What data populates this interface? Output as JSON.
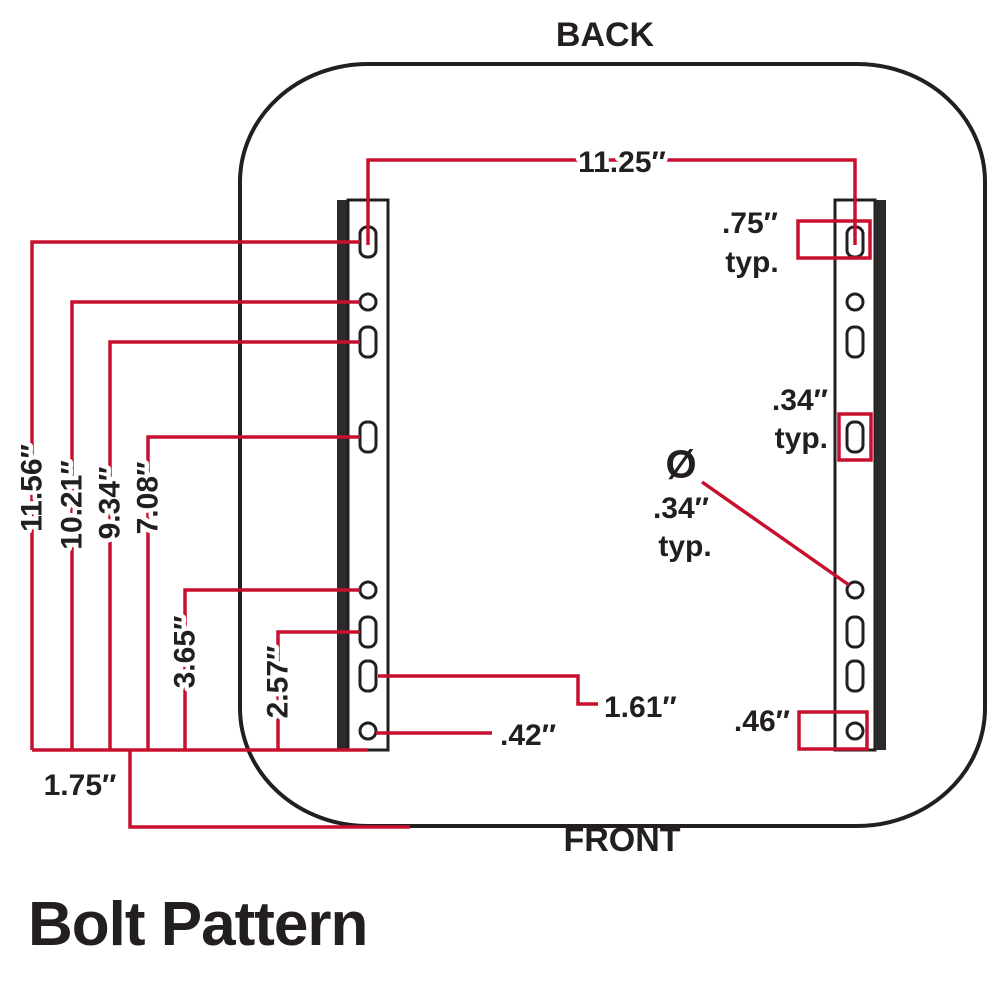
{
  "labels": {
    "back": "BACK",
    "front": "FRONT",
    "title": "Bolt Pattern"
  },
  "dims": {
    "top_width": "11.25″",
    "slot_len": ".75″",
    "slot_len_typ": "typ.",
    "slot_w": ".34″",
    "slot_w_typ": "typ.",
    "dia_sym": "Ø",
    "dia_val": ".34″",
    "dia_typ": "typ.",
    "bottom_hole": ".46″",
    "left_1": "11.56″",
    "left_2": "10.21″",
    "left_3": "9.34″",
    "left_4": "7.08″",
    "left_5": "3.65″",
    "left_6": "2.57″",
    "front_offset": "1.75″",
    "bottom_a": ".42″",
    "bottom_b": "1.61″"
  },
  "colors": {
    "dimension_red": "#C8102E",
    "line_black": "#231F20",
    "background": "#FFFFFF"
  },
  "rails": {
    "left_holes": [
      "slot",
      "round",
      "slot",
      "slot",
      "round",
      "slot",
      "slot",
      "round"
    ],
    "right_holes": [
      "slot",
      "round",
      "slot",
      "slot",
      "round",
      "slot",
      "slot",
      "round"
    ]
  }
}
